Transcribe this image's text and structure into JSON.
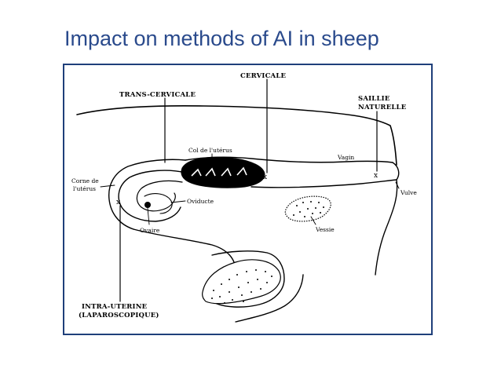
{
  "slide": {
    "title": "Impact on methods of AI in sheep"
  },
  "diagram": {
    "labels": {
      "cervicale": "CERVICALE",
      "trans_cervicale": "TRANS-CERVICALE",
      "saillie_line1": "SAILLIE",
      "saillie_line2": "NATURELLE",
      "col_uterus": "Col de l'utérus",
      "vagin": "Vagin",
      "corne_line1": "Corne de",
      "corne_line2": "l'utérus",
      "oviducte": "Oviducte",
      "ovaire": "Ovaire",
      "vulve": "Vulve",
      "vessie": "Vessie",
      "intra_line1": "INTRA-UTERINE",
      "intra_line2": "(LAPAROSCOPIQUE)"
    },
    "colors": {
      "title": "#2a4a8c",
      "frame": "#1f3f7a",
      "ink": "#000000"
    }
  }
}
